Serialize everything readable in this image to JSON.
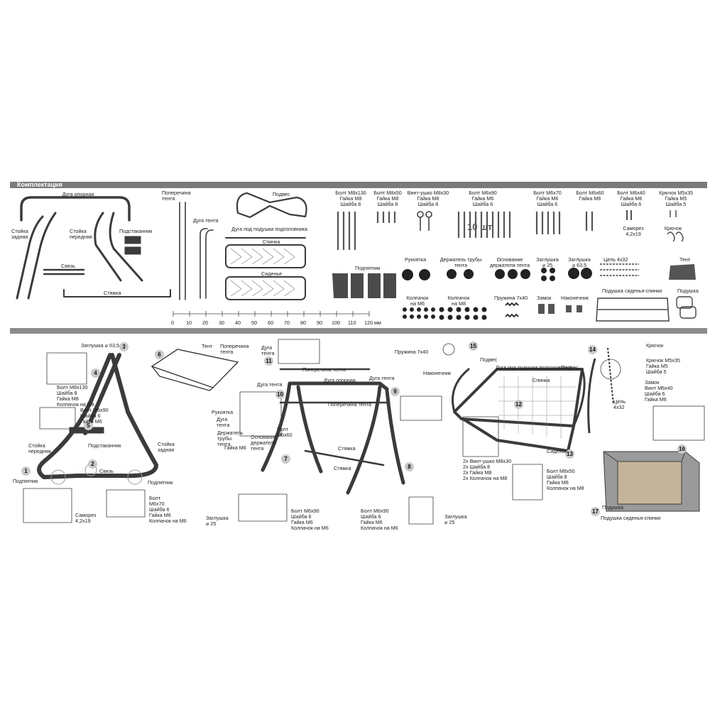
{
  "header": {
    "title": "Комплектация"
  },
  "parts": {
    "arc_support": "Дуга опорная",
    "rear_post": "Стойка\nзадняя",
    "front_post": "Стойка\nпередняя",
    "cup_holder": "Подстаканник",
    "link": "Связь",
    "tie": "Стяжка",
    "crossbar_tent": "Поперечина\nтента",
    "arc_tent": "Дуга тента",
    "suspension": "Подвес",
    "headrest_arc": "Дуга под подушки подголовника",
    "back": "Спинка",
    "seat": "Сиденье",
    "foot": "Подпятник",
    "handle": "Рукоятка",
    "tube_holder": "Держатель трубы\nтента",
    "holder_base": "Основание\nдержателя тента",
    "plug25": "Заглушка\n⌀ 25",
    "plug63": "Заглушка\n⌀ 63,5",
    "chain": "Цепь 4х32",
    "tent": "Тент",
    "cap_m6": "Колпачок\nна М6",
    "cap_m8": "Колпачок\nна М8",
    "spring": "Пружина 7х40",
    "lock": "Замок",
    "tip": "Наконечник",
    "cushion_seat_back": "Подушка сиденья-спинки",
    "cushion": "Подушка",
    "screw": "Саморез\n4,2х19",
    "hook": "Крючок"
  },
  "hardware": {
    "h1": "Болт М8х130\nГайка М8\nШайба 8",
    "h2": "Болт М8х50\nГайка М8\nШайба 8",
    "h3": "Винт-ушко М8х30\nГайка М8\nШайба 8",
    "h4": "Болт М6х90\nГайка М6\nШайба 6",
    "h5": "Болт М6х70\nГайка М6\nШайба 6",
    "h6": "Болт М6х60\nГайка М6",
    "h7": "Болт М6х40\nГайка М6\nШайба 6",
    "h8": "Крючок М5х35\nГайка М5\nШайба 5",
    "ten_pcs": "10 шт"
  },
  "ruler": {
    "ticks": [
      "0",
      "10",
      "20",
      "30",
      "40",
      "50",
      "60",
      "70",
      "80",
      "90",
      "100",
      "110",
      "120 мм"
    ]
  },
  "steps": [
    "1",
    "2",
    "3",
    "4",
    "5",
    "6",
    "7",
    "8",
    "9",
    "10",
    "11",
    "12",
    "13",
    "14",
    "15",
    "16",
    "17"
  ],
  "assembly": {
    "plug63": "Заглушка ⌀ 63,5",
    "bolt130": "Болт М8х130\nШайба 8\nГайка М8\nКолпачок на М8",
    "screw90": "Винт М6х90\nШайба 6\nГайка М6",
    "front_post": "Стойка\nпередняя",
    "cup_holder": "Подстаканник",
    "rear_post": "Стойка\nзадняя",
    "link": "Связь",
    "foot_l": "Подпятник",
    "foot_r": "Подпятник",
    "screw": "Саморез\n4,2х19",
    "bolt70": "Болт\nМ6х70\nШайба 6\nГайка М6\nКолпачок на М6",
    "tent": "Тент",
    "crossbar_tent": "Поперечина\nтента",
    "arc_tent": "Дуга\nтента",
    "crossbar_tent2": "Поперечина тента",
    "arc_tent2": "Дуга тента",
    "arc_support": "Дуга опорная",
    "crossbar_tent3": "Поперечина тента",
    "arc_tent3": "Дуга тента",
    "handle": "Рукоятка",
    "tent_arc_small": "Дуга\nтента",
    "tube_holder": "Держатель\nтрубы\nтента",
    "nut_m6": "Гайка М6",
    "holder_base": "Основание\nдержателя\nтента",
    "bolt60": "Болт\nМ6х60",
    "tie1": "Стяжка",
    "tie2": "Стяжка",
    "plug25a": "Заглушка\n⌀ 25",
    "bolt90a": "Болт М6х90\nШайба 6\nГайка М6\nКолпачок на М6",
    "bolt90b": "Болт М6х90\nШайба 6\nГайка М6\nКолпачок на М6",
    "plug25b": "Заглушка\n⌀ 25",
    "spring": "Пружина 7х40",
    "tip": "Наконечник",
    "suspension_l": "Подвес",
    "suspension_r": "Подвес",
    "headrest": "Дуга под подушки подголовника",
    "back": "Спинка",
    "seat": "Сиденье",
    "eye_bolt": "2х Винт-ушко М8х30\n2х Шайба 8\n2х Гайка М8\n2х Колпачок на М8",
    "bolt50": "Болт М8х50\nШайба 8\nГайка М8\nКолпачок на М8",
    "hook": "Крючок",
    "hook_hw": "Крючок М5х35\nГайка М5\nШайба 5",
    "lock_hw": "Замок\nВинт М6х40\nШайба 6\nГайка М6",
    "chain": "Цепь\n4х32",
    "cushion": "Подушка",
    "cushion_seat_back": "Подушка сиденья-спинки"
  },
  "colors": {
    "frame": "#3b3b3b",
    "header_bg": "#7a7a7a",
    "step_circle": "#c9c9c9"
  }
}
